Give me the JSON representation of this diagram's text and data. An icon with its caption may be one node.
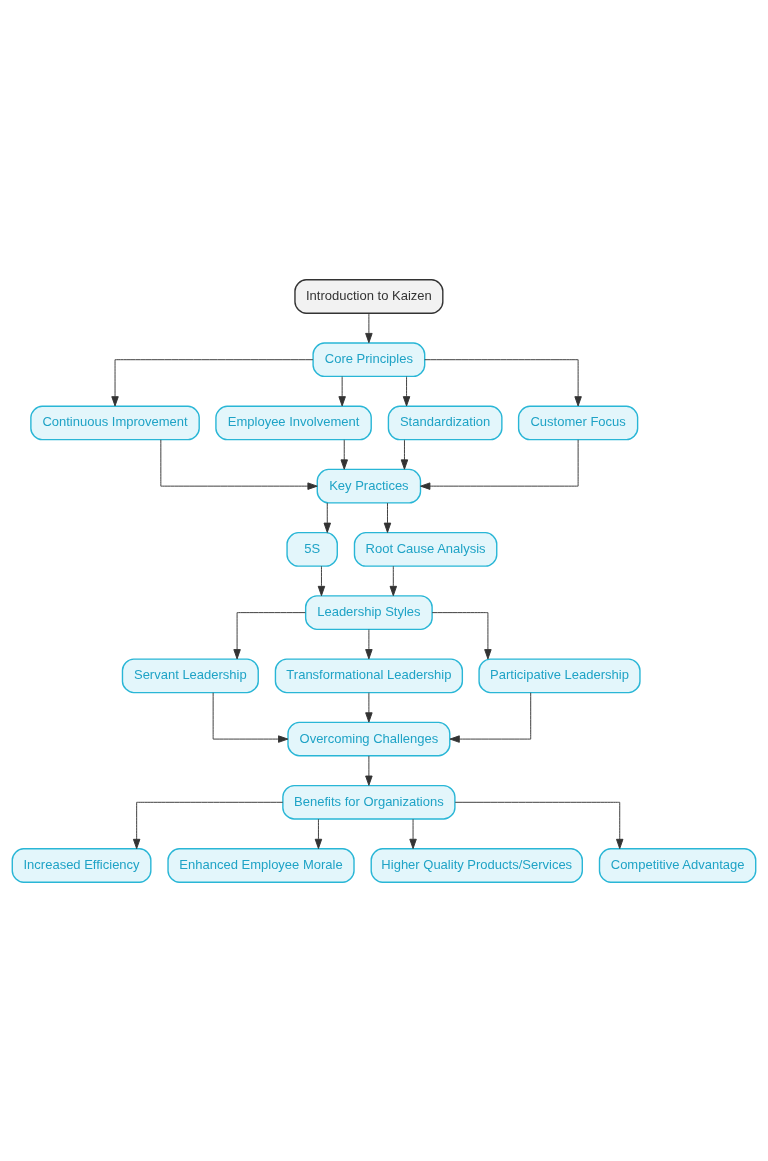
{
  "diagram": {
    "nodes": [
      {
        "text": [
          "Introduction to Kaizen"
        ]
      },
      {
        "text": [
          "Core Principles"
        ]
      },
      {
        "text": [
          "Continuous Improvement"
        ]
      },
      {
        "text": [
          "Employee Involvement"
        ]
      },
      {
        "text": [
          "Standardization"
        ]
      },
      {
        "text": [
          "Customer Focus"
        ]
      },
      {
        "text": [
          "Key Practices"
        ]
      },
      {
        "text": [
          "5S"
        ]
      },
      {
        "text": [
          "Root Cause Analysis"
        ]
      },
      {
        "text": [
          "Leadership Styles"
        ]
      },
      {
        "text": [
          "Servant Leadership"
        ]
      },
      {
        "text": [
          "Transformational Leadership"
        ]
      },
      {
        "text": [
          "Participative Leadership"
        ]
      },
      {
        "text": [
          "Overcoming Challenges"
        ]
      },
      {
        "text": [
          "Benefits for Organizations"
        ]
      },
      {
        "text": [
          "Increased Efficiency"
        ]
      },
      {
        "text": [
          "Enhanced Employee Morale"
        ]
      },
      {
        "text": [
          "Higher Quality Products/Services"
        ]
      },
      {
        "text": [
          "Competitive Advantage"
        ]
      }
    ],
    "edges": [
      {
        "from": 0,
        "to": 1,
        "arrow": "to"
      },
      {
        "from": 1,
        "to": 2,
        "arrow": "to"
      },
      {
        "from": 1,
        "to": 3,
        "arrow": "to"
      },
      {
        "from": 1,
        "to": 4,
        "arrow": "to"
      },
      {
        "from": 1,
        "to": 5,
        "arrow": "to"
      },
      {
        "from": 2,
        "to": 6,
        "arrow": "to"
      },
      {
        "from": 3,
        "to": 6,
        "arrow": "to"
      },
      {
        "from": 4,
        "to": 6,
        "arrow": "to"
      },
      {
        "from": 5,
        "to": 6,
        "arrow": "to"
      },
      {
        "from": 6,
        "to": 7,
        "arrow": "to"
      },
      {
        "from": 6,
        "to": 8,
        "arrow": "to"
      },
      {
        "from": 7,
        "to": 9,
        "arrow": "to"
      },
      {
        "from": 8,
        "to": 9,
        "arrow": "to"
      },
      {
        "from": 9,
        "to": 10,
        "arrow": "to"
      },
      {
        "from": 9,
        "to": 11,
        "arrow": "to"
      },
      {
        "from": 9,
        "to": 12,
        "arrow": "to"
      },
      {
        "from": 10,
        "to": 13,
        "arrow": "to"
      },
      {
        "from": 11,
        "to": 13,
        "arrow": "to"
      },
      {
        "from": 12,
        "to": 13,
        "arrow": "to"
      },
      {
        "from": 13,
        "to": 14,
        "arrow": "to"
      },
      {
        "from": 14,
        "to": 15,
        "arrow": "to"
      },
      {
        "from": 14,
        "to": 16,
        "arrow": "to"
      },
      {
        "from": 14,
        "to": 17,
        "arrow": "to"
      },
      {
        "from": 14,
        "to": 18,
        "arrow": "to"
      }
    ]
  }
}
